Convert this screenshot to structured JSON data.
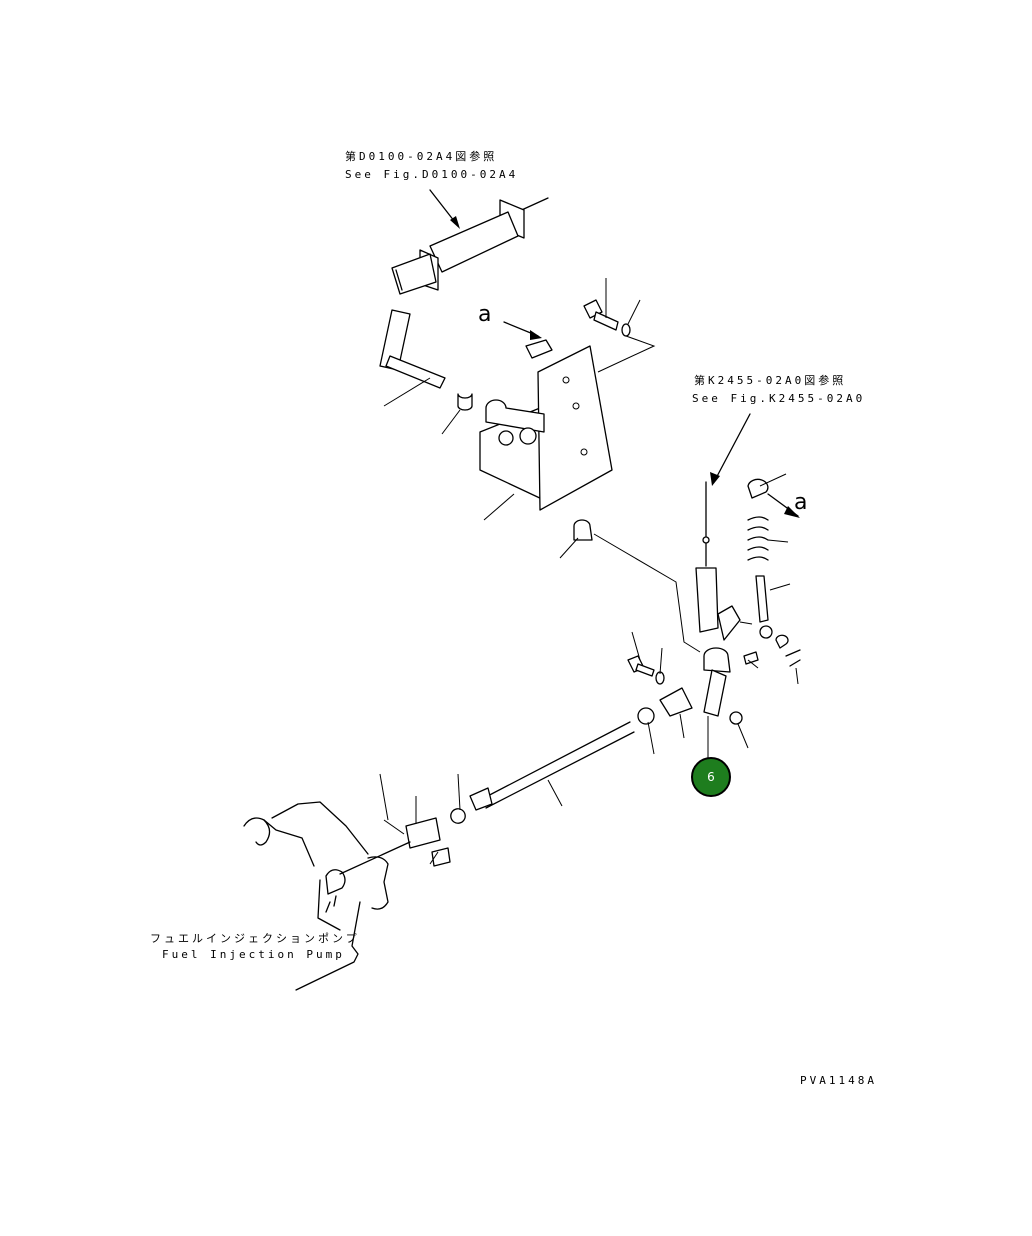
{
  "references": {
    "upper": {
      "jp": "第D0100-02A4図参照",
      "en": "See Fig.D0100-02A4"
    },
    "right": {
      "jp": "第K2455-02A0図参照",
      "en": "See Fig.K2455-02A0"
    }
  },
  "view_markers": {
    "left_a": "a",
    "right_a": "a"
  },
  "pump_label": {
    "jp": "フュエルインジェクションポンプ",
    "en": "Fuel Injection Pump"
  },
  "callout": {
    "number": "6",
    "color": "#1e7d1e"
  },
  "drawing_code": "PVA1148A"
}
